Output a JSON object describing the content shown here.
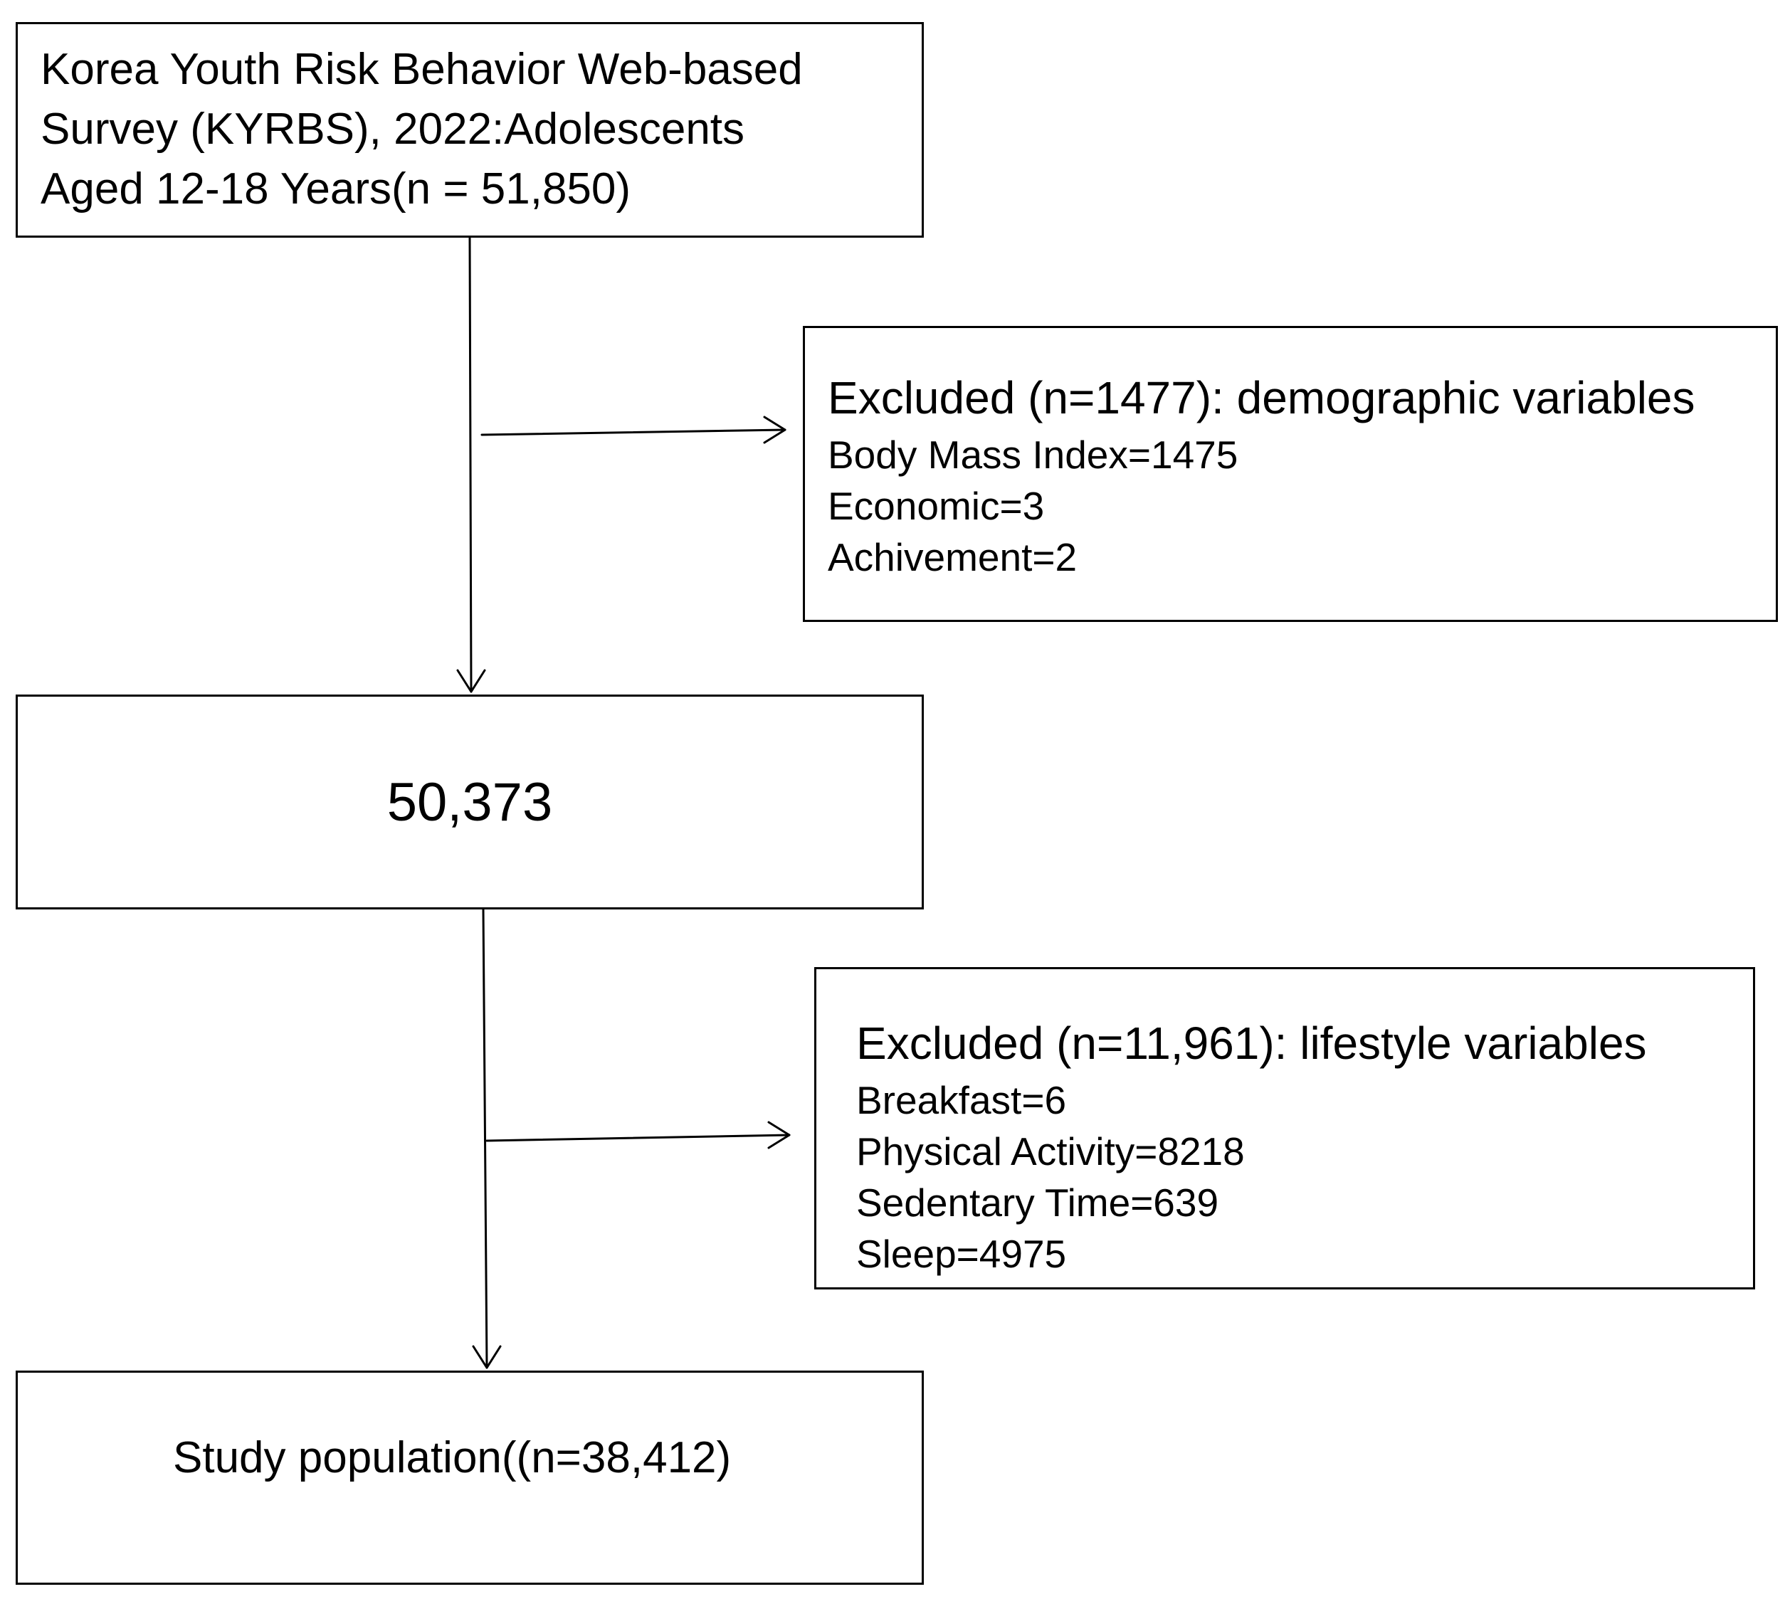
{
  "flowchart": {
    "source": {
      "lines": [
        "Korea Youth Risk Behavior Web-based",
        "Survey (KYRBS), 2022:Adolescents",
        "Aged 12-18 Years(n = 51,850)"
      ]
    },
    "exclusion_demographic": {
      "heading": "Excluded (n=1477): demographic variables",
      "items": [
        "Body Mass Index=1475",
        "Economic=3",
        "Achivement=2"
      ]
    },
    "remaining": {
      "label": "50,373"
    },
    "exclusion_lifestyle": {
      "heading": "Excluded (n=11,961): lifestyle variables",
      "items": [
        "Breakfast=6",
        "Physical Activity=8218",
        "Sedentary Time=639",
        "Sleep=4975"
      ]
    },
    "final": {
      "label": "Study population((n=38,412)"
    }
  }
}
